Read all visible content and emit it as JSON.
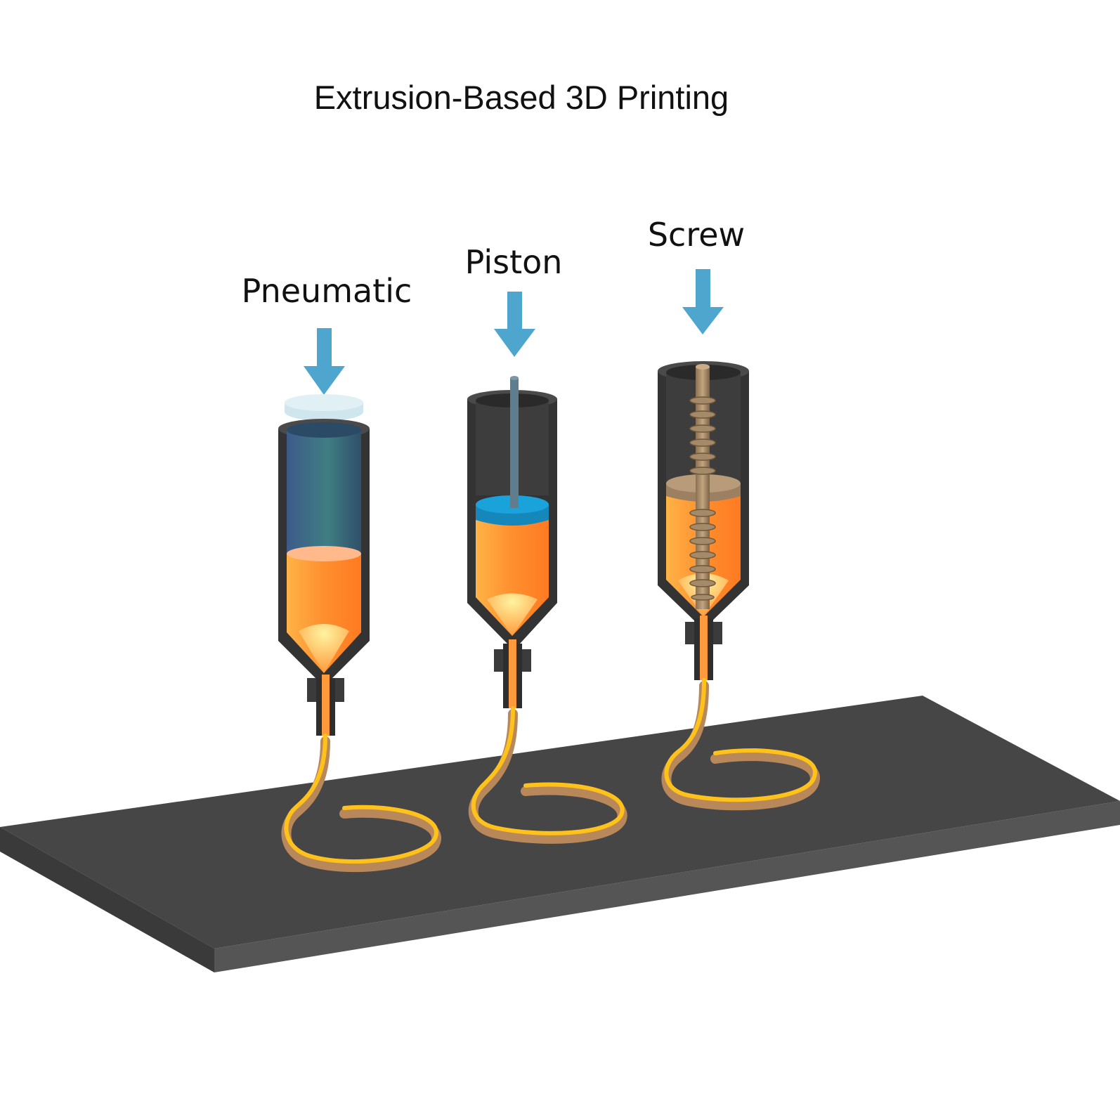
{
  "title": "Extrusion-Based 3D Printing",
  "extruders": [
    {
      "id": "pneumatic",
      "label": "Pneumatic"
    },
    {
      "id": "piston",
      "label": "Piston"
    },
    {
      "id": "screw",
      "label": "Screw"
    }
  ],
  "colors": {
    "background": "#ffffff",
    "platform_top": "#464646",
    "platform_side": "#2f2f2f",
    "barrel": "#3a3a3a",
    "barrel_rim": "#555555",
    "ink": "#ff9a3c",
    "ink_highlight": "#ffd16a",
    "filament": "#ffc21a",
    "printed_layer": "#b9885a",
    "arrow": "#4ea6cf",
    "air": "#3a6b85",
    "piston_head": "#1a9fd6",
    "piston_rod": "#5f7d8c",
    "screw": "#a58a6a"
  }
}
